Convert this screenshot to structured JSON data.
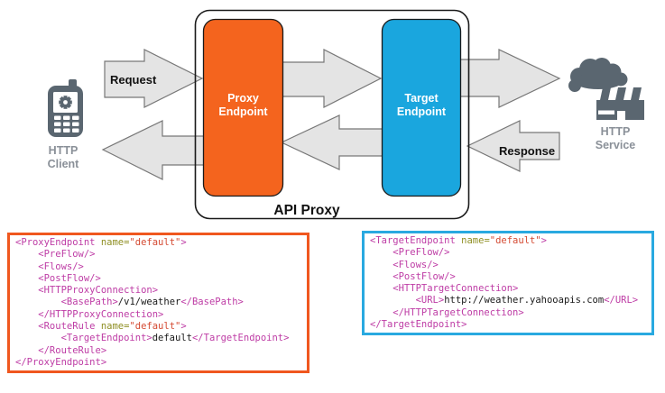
{
  "diagram": {
    "client": {
      "label_lines": [
        "HTTP",
        "Client"
      ]
    },
    "service": {
      "label_lines": [
        "HTTP",
        "Service"
      ]
    },
    "api_proxy_label": "API Proxy",
    "request_label": "Request",
    "response_label": "Response",
    "proxy_endpoint": {
      "label_lines": [
        "Proxy",
        "Endpoint"
      ]
    },
    "target_endpoint": {
      "label_lines": [
        "Target",
        "Endpoint"
      ]
    }
  },
  "colors": {
    "proxy_orange": "#F4641E",
    "target_blue": "#1AA6DE",
    "proxy_code_border": "#F0571F",
    "target_code_border": "#29A9E0",
    "arrow_fill": "#E4E4E4",
    "arrow_stroke": "#777777",
    "icon_gray": "#5A6670",
    "label_gray": "#8A9098",
    "code_tag": "#BE3CA5",
    "code_attr": "#8F8F24",
    "code_string": "#D44A32"
  },
  "code_blocks": {
    "proxy_endpoint": {
      "lines": [
        [
          [
            "tag",
            "<ProxyEndpoint "
          ],
          [
            "att",
            "name="
          ],
          [
            "str",
            "\"default\""
          ],
          [
            "tag",
            ">"
          ]
        ],
        [
          [
            "tag",
            "    <PreFlow/>"
          ]
        ],
        [
          [
            "tag",
            "    <Flows/>"
          ]
        ],
        [
          [
            "tag",
            "    <PostFlow/>"
          ]
        ],
        [
          [
            "tag",
            "    <HTTPProxyConnection>"
          ]
        ],
        [
          [
            "tag",
            "        <BasePath>"
          ],
          [
            "txt",
            "/v1/weather"
          ],
          [
            "tag",
            "</BasePath>"
          ]
        ],
        [
          [
            "tag",
            "    </HTTPProxyConnection>"
          ]
        ],
        [
          [
            "tag",
            "    <RouteRule "
          ],
          [
            "att",
            "name="
          ],
          [
            "str",
            "\"default\""
          ],
          [
            "tag",
            ">"
          ]
        ],
        [
          [
            "tag",
            "        <TargetEndpoint>"
          ],
          [
            "txt",
            "default"
          ],
          [
            "tag",
            "</TargetEndpoint>"
          ]
        ],
        [
          [
            "tag",
            "    </RouteRule>"
          ]
        ],
        [
          [
            "tag",
            "</ProxyEndpoint>"
          ]
        ]
      ]
    },
    "target_endpoint": {
      "lines": [
        [
          [
            "tag",
            "<TargetEndpoint "
          ],
          [
            "att",
            "name="
          ],
          [
            "str",
            "\"default\""
          ],
          [
            "tag",
            ">"
          ]
        ],
        [
          [
            "tag",
            "    <PreFlow/>"
          ]
        ],
        [
          [
            "tag",
            "    <Flows/>"
          ]
        ],
        [
          [
            "tag",
            "    <PostFlow/>"
          ]
        ],
        [
          [
            "tag",
            "    <HTTPTargetConnection>"
          ]
        ],
        [
          [
            "tag",
            "        <URL>"
          ],
          [
            "txt",
            "http://weather.yahooapis.com"
          ],
          [
            "tag",
            "</URL>"
          ]
        ],
        [
          [
            "tag",
            "    </HTTPTargetConnection>"
          ]
        ],
        [
          [
            "tag",
            "</TargetEndpoint>"
          ]
        ]
      ]
    }
  }
}
